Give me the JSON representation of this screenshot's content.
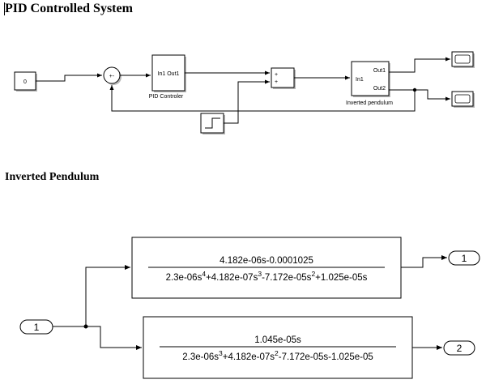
{
  "titles": {
    "pid_system": "PID Controlled System",
    "inverted_pendulum": "Inverted Pendulum"
  },
  "pid_diagram": {
    "constant_value": "0",
    "sum1_signs": "+-",
    "pid_block": {
      "ports": "In1 Out1",
      "label": "PID Controler"
    },
    "sum2_signs": [
      "+",
      "+"
    ],
    "pendulum_block": {
      "in_port": "In1",
      "out_ports": [
        "Out1",
        "Out2"
      ],
      "label": "Inverted pendulum"
    }
  },
  "pendulum_diagram": {
    "tf1": {
      "numerator": "4.182e-06s-0.0001025",
      "denominator": [
        {
          "t": "2.3e-06s"
        },
        {
          "s": "4"
        },
        {
          "t": "+4.182e-07s"
        },
        {
          "s": "3"
        },
        {
          "t": "-7.172e-05s"
        },
        {
          "s": "2"
        },
        {
          "t": "+1.025e-05s"
        }
      ]
    },
    "tf2": {
      "numerator": "1.045e-05s",
      "denominator": [
        {
          "t": "2.3e-06s"
        },
        {
          "s": "3"
        },
        {
          "t": "+4.182e-07s"
        },
        {
          "s": "2"
        },
        {
          "t": "-7.172e-05s-1.025e-05"
        }
      ]
    },
    "inport_label": "1",
    "outport1_label": "1",
    "outport2_label": "2"
  }
}
